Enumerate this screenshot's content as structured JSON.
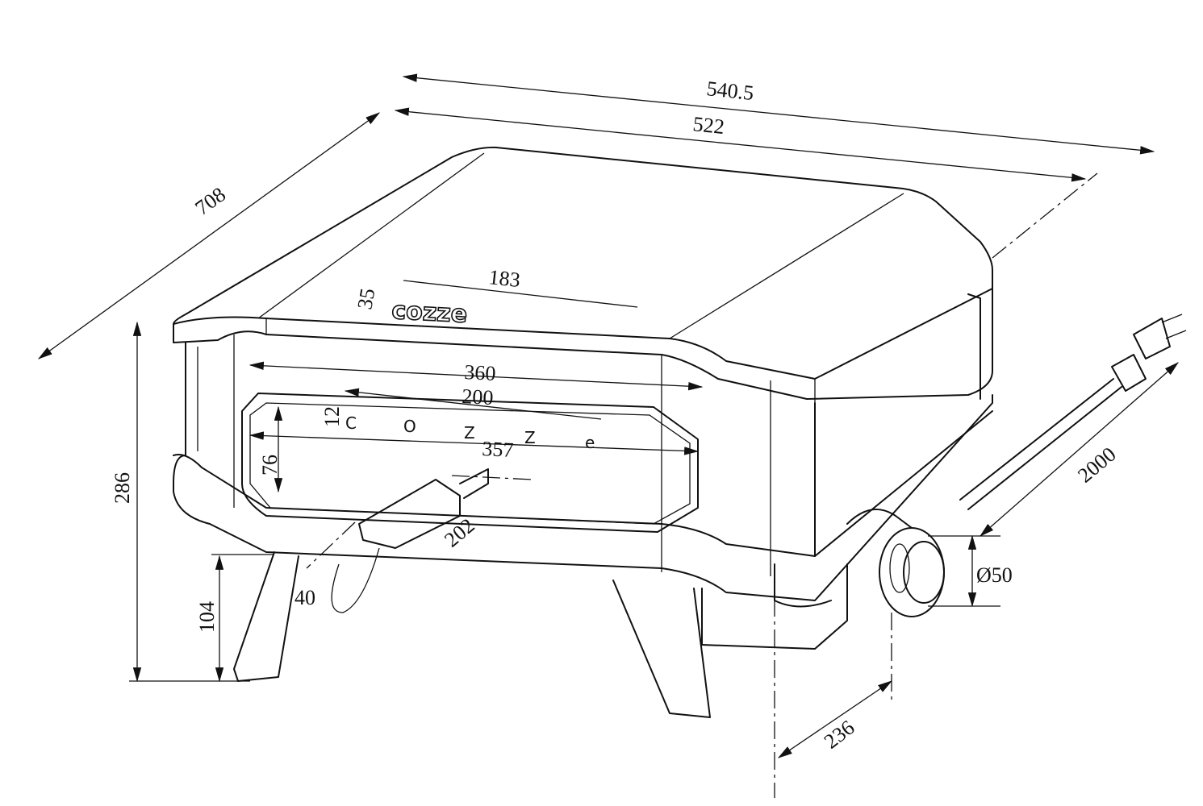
{
  "drawing": {
    "logo_text": "cozze",
    "control_letters": [
      "C",
      "O",
      "Z",
      "Z",
      "e"
    ],
    "dimensions": {
      "overall_width": "540.5",
      "body_width": "522",
      "depth": "708",
      "logo_width": "183",
      "logo_height": "35",
      "opening_width": "360",
      "stone_width": "200",
      "letter_height": "12",
      "inner_width": "357",
      "opening_height": "76",
      "total_height": "286",
      "leg_height": "104",
      "angle_dim": "40",
      "tray_dim": "202",
      "cable_length": "2000",
      "knob_diameter": "Ø50",
      "knob_offset": "236"
    }
  }
}
